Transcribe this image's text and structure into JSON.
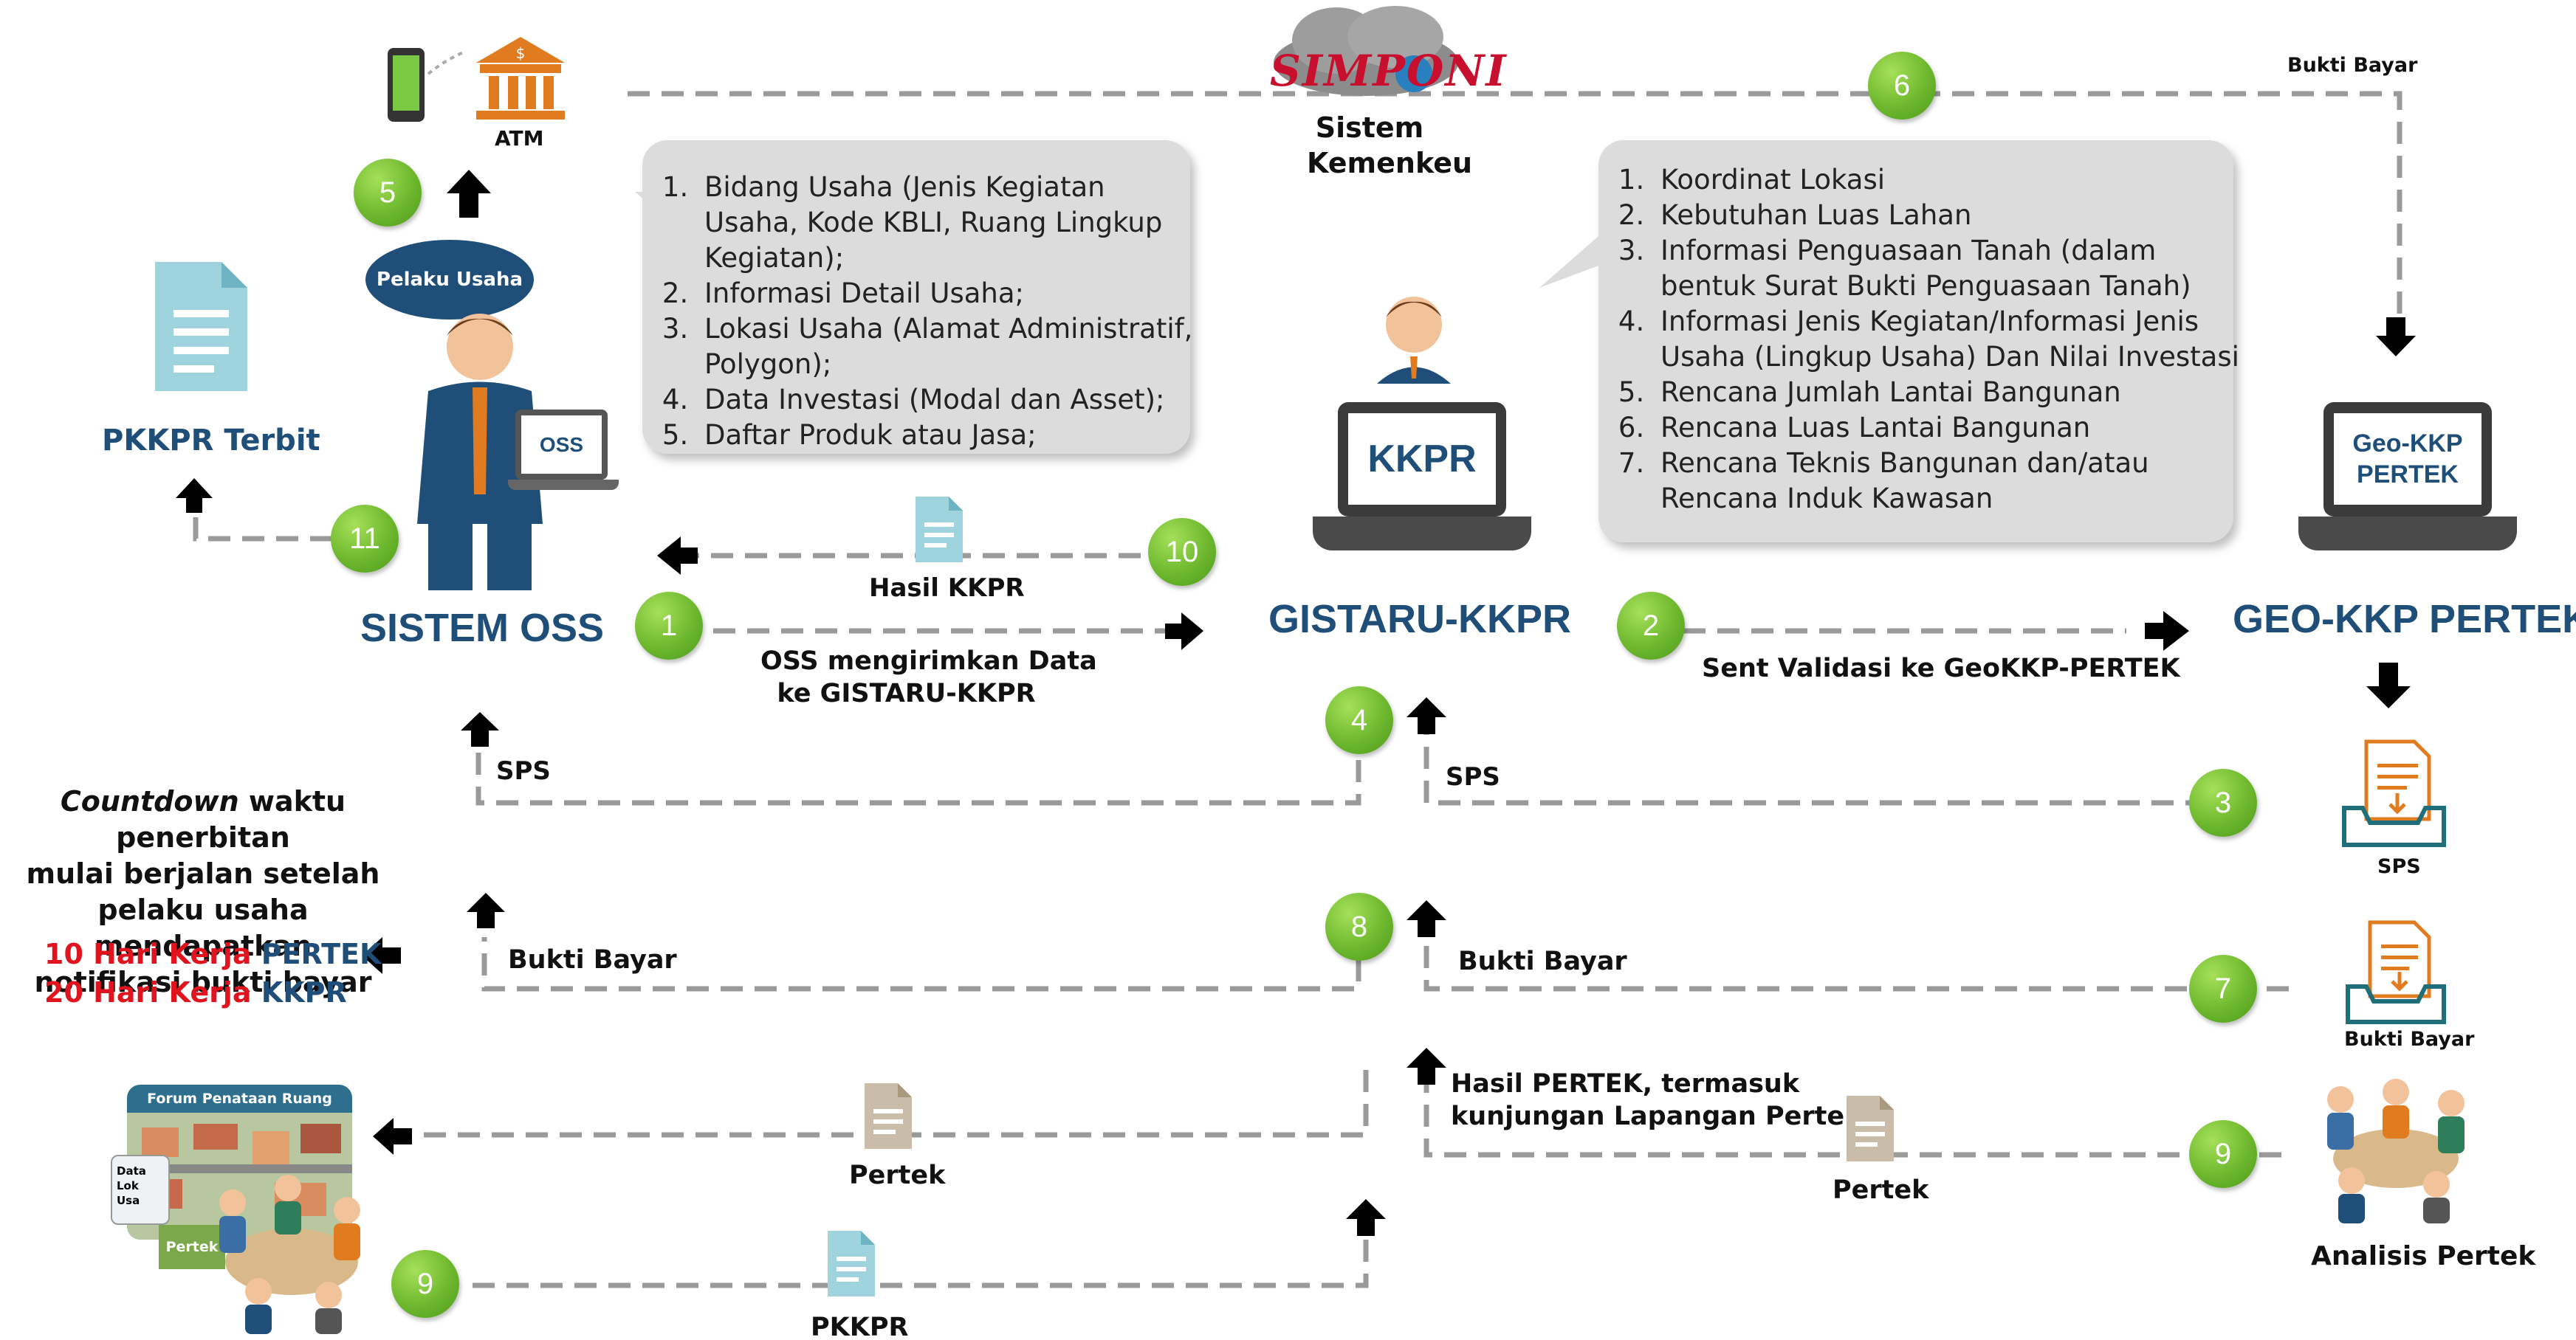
{
  "simponi": {
    "logo": "SIMPONI",
    "label_line1": "Sistem",
    "label_line2": "Kemenkeu"
  },
  "atm_label": "ATM",
  "pelaku_usaha": "Pelaku Usaha",
  "pkkpr_terbit": "PKKPR Terbit",
  "sistem_oss": "SISTEM OSS",
  "oss_logo": "OSS",
  "gistaru": "GISTARU-KKPR",
  "kkpr_screen": "KKPR",
  "geo_title": "GEO-KKP PERTEK",
  "geo_screen_line1": "Geo-KKP",
  "geo_screen_line2": "PERTEK",
  "oss_list": [
    "Bidang Usaha (Jenis Kegiatan Usaha, Kode KBLI, Ruang Lingkup Kegiatan);",
    "Informasi Detail Usaha;",
    "Lokasi Usaha (Alamat Administratif, Polygon);",
    "Data Investasi (Modal dan Asset);",
    "Daftar Produk atau Jasa;"
  ],
  "kkpr_list": [
    "Koordinat Lokasi",
    "Kebutuhan Luas Lahan",
    "Informasi Penguasaan Tanah (dalam bentuk Surat Bukti Penguasaan Tanah)",
    "Informasi Jenis Kegiatan/Informasi Jenis Usaha (Lingkup Usaha) Dan Nilai Investasi",
    "Rencana Jumlah Lantai Bangunan",
    "Rencana Luas Lantai Bangunan",
    "Rencana Teknis Bangunan dan/atau Rencana Induk Kawasan"
  ],
  "steps": {
    "s1": "1",
    "s2": "2",
    "s3": "3",
    "s4": "4",
    "s5": "5",
    "s6": "6",
    "s7": "7",
    "s8": "8",
    "s9a": "9",
    "s9b": "9",
    "s10": "10",
    "s11": "11"
  },
  "labels": {
    "bukti_bayar_top": "Bukti Bayar",
    "hasil_kkpr": "Hasil KKPR",
    "oss_kirim_1": "OSS mengirimkan Data",
    "oss_kirim_2": "ke GISTARU-KKPR",
    "sent_validasi": "Sent Validasi ke GeoKKP-PERTEK",
    "sps_left": "SPS",
    "sps_mid": "SPS",
    "sps_doc": "SPS",
    "bukti_bayar_left": "Bukti Bayar",
    "bukti_bayar_mid": "Bukti Bayar",
    "bukti_bayar_doc": "Bukti Bayar",
    "hasil_pertek_1": "Hasil PERTEK, termasuk",
    "hasil_pertek_2": "kunjungan Lapangan Pertek",
    "pertek_left": "Pertek",
    "pertek_right": "Pertek",
    "pkkpr_bottom": "PKKPR",
    "analisis_pertek": "Analisis Pertek",
    "forum": "Forum Penataan Ruang",
    "forum_data_1": "Data",
    "forum_data_2": "Lok",
    "forum_data_3": "Usa",
    "forum_pertek": "Pertek"
  },
  "countdown": {
    "line1_italic": "Countdown",
    "line1_rest": " waktu penerbitan",
    "line2": "mulai berjalan setelah",
    "line3": "pelaku usaha mendapatkan",
    "line4": "notifikasi bukti bayar",
    "pertek_days": "10 Hari Kerja",
    "pertek_word": "PERTEK",
    "kkpr_days": "20 Hari Kerja",
    "kkpr_word": "KKPR"
  },
  "colors": {
    "title_blue": "#1f4e79",
    "badge_green": "#6db82e",
    "highlight_red": "#e0141e",
    "bubble_gray": "#dcdcdc",
    "dash_gray": "#9a9a9a"
  }
}
